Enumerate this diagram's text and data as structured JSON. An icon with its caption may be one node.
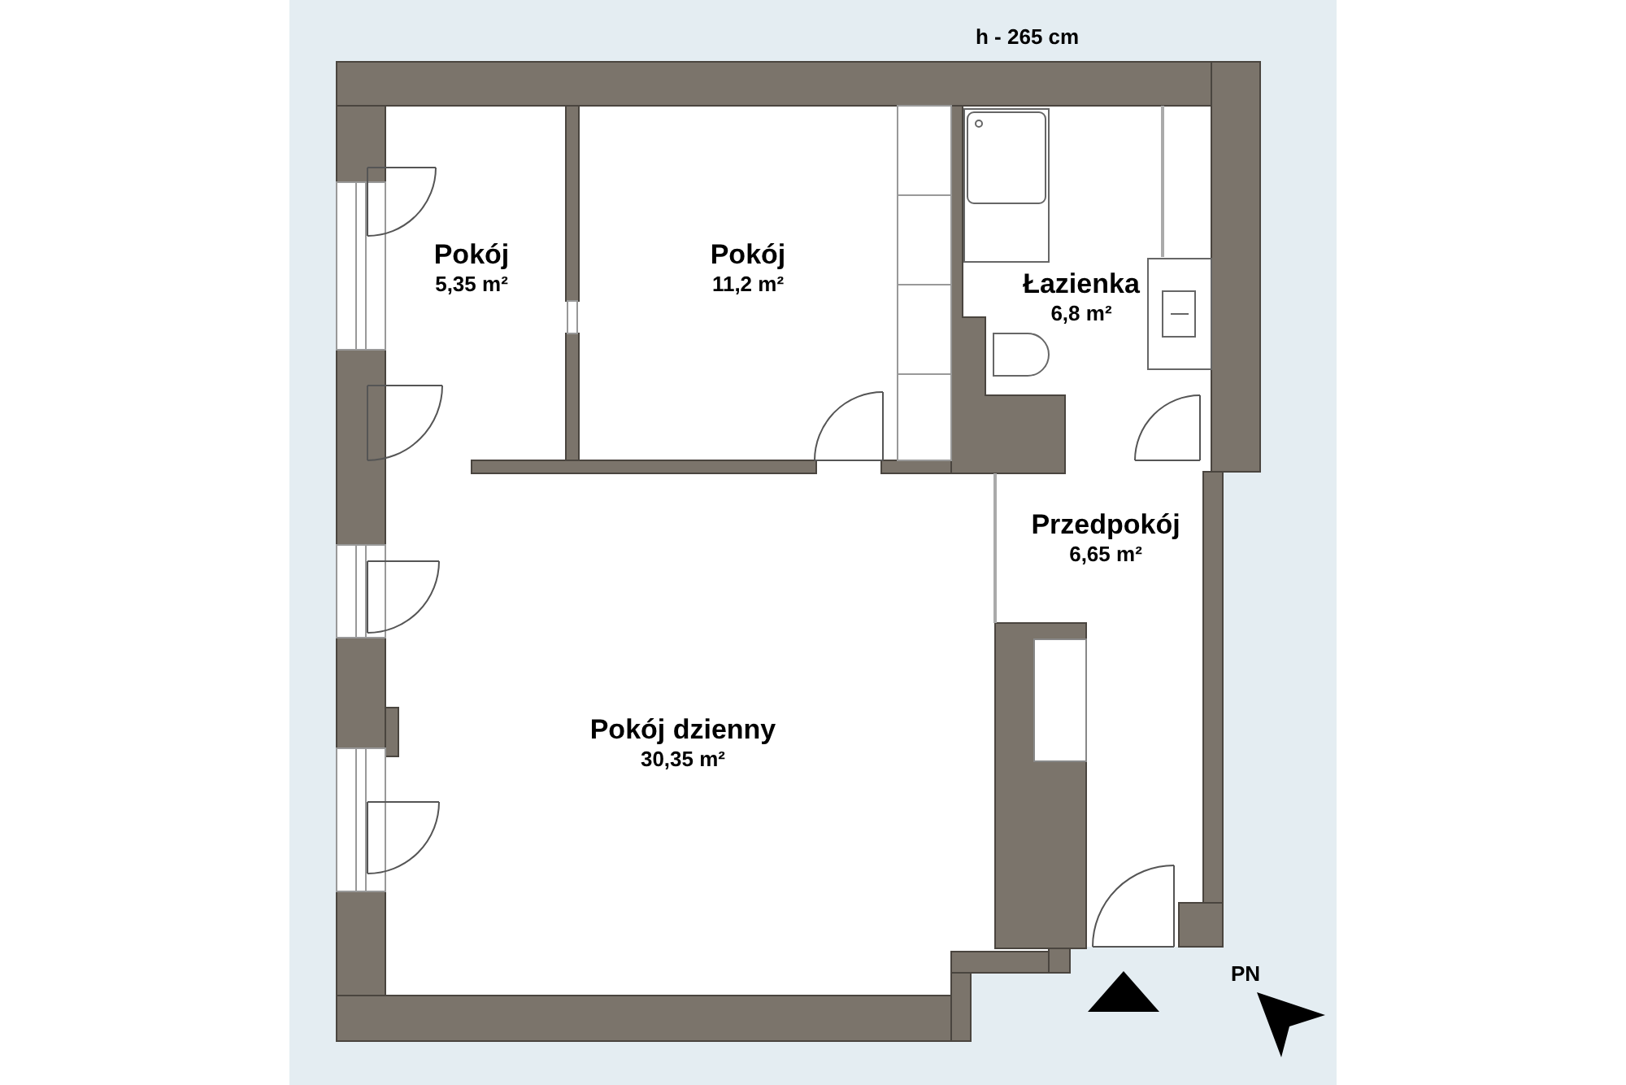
{
  "diagram": {
    "nodes": [
      {
        "text": [
          "Pokój",
          "5,35 m²"
        ]
      },
      {
        "text": [
          "Pokój",
          "11,2 m²"
        ]
      },
      {
        "text": [
          "Łazienka",
          "6,8 m²"
        ]
      },
      {
        "text": [
          "Przedpokój",
          "6,65 m²"
        ]
      },
      {
        "text": [
          "Pokój dzienny",
          "30,35 m²"
        ]
      }
    ],
    "labels": [
      "h - 265 cm",
      "PN"
    ]
  }
}
